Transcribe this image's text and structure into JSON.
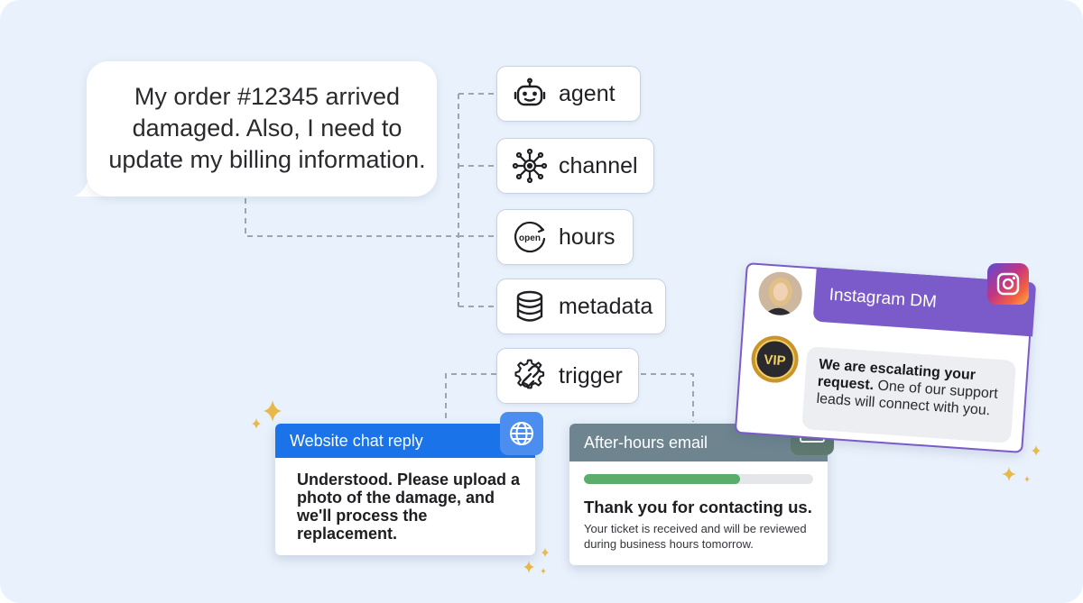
{
  "user_message": {
    "line1": "My order #12345 arrived",
    "line2": "damaged. Also, I need to",
    "line3": "update my billing information."
  },
  "attributes": [
    {
      "label": "agent",
      "icon": "robot-icon"
    },
    {
      "label": "channel",
      "icon": "network-hub-icon"
    },
    {
      "label": "hours",
      "icon": "open-sign-icon",
      "icon_text": "open"
    },
    {
      "label": "metadata",
      "icon": "database-icon"
    },
    {
      "label": "trigger",
      "icon": "gear-link-icon"
    }
  ],
  "website_chat": {
    "title": "Website chat reply",
    "icon": "globe-icon",
    "message": "Understood. Please upload a photo of the damage, and we'll process the replacement."
  },
  "email": {
    "title": "After-hours email",
    "icon": "mail-icon",
    "progress": 0.68,
    "heading": "Thank you for contacting us.",
    "body": "Your ticket is received and will be reviewed during business hours tomorrow."
  },
  "instagram": {
    "title": "Instagram DM",
    "icon": "instagram-icon",
    "badge_text": "VIP",
    "message_bold": "We are escalating your request.",
    "message_rest": " One of our support leads will connect with you."
  },
  "colors": {
    "background": "#e9f1fc",
    "website_header": "#1a73e8",
    "email_header": "#6e8590",
    "instagram_header": "#7a5bc9",
    "progress_fill": "#5aad6b",
    "connector": "#9aa6b4"
  }
}
